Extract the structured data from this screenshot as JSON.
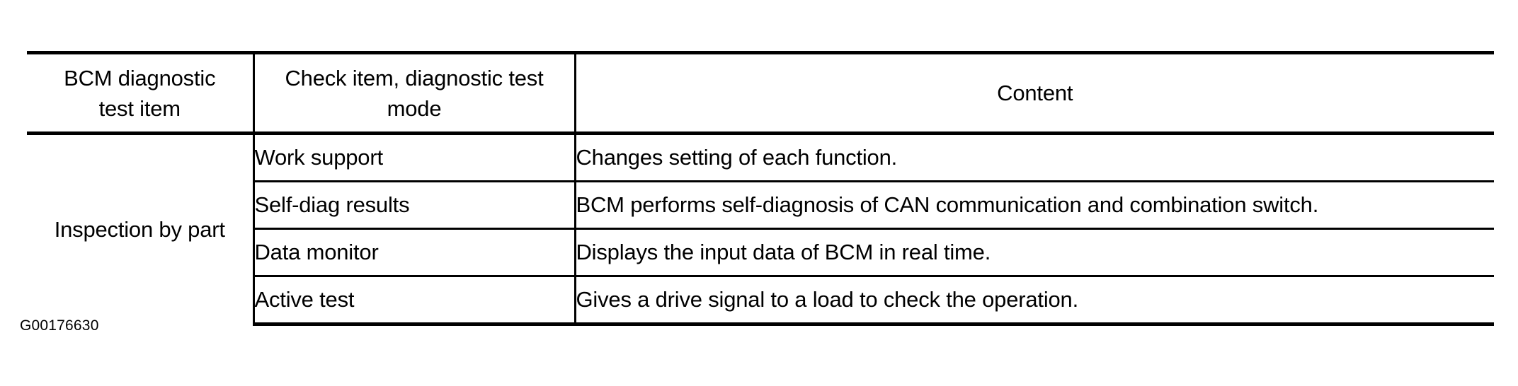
{
  "table": {
    "headers": [
      "BCM diagnostic test item",
      "Check item, diagnostic test mode",
      "Content"
    ],
    "header_lines": {
      "col1_line1": "BCM diagnostic",
      "col1_line2": "test item",
      "col2_line1": "Check item, diagnostic test",
      "col2_line2": "mode",
      "col3": "Content"
    },
    "group_label": "Inspection by part",
    "rows": [
      {
        "test_mode": "Work support",
        "content": "Changes setting of each function."
      },
      {
        "test_mode": "Self-diag results",
        "content": "BCM performs self-diagnosis of CAN communication and combination switch."
      },
      {
        "test_mode": "Data monitor",
        "content": "Displays the input data of BCM in real time."
      },
      {
        "test_mode": "Active test",
        "content": "Gives a drive signal to a load to check the operation."
      }
    ]
  },
  "footer": {
    "figure_code": "G00176630"
  },
  "colors": {
    "background": "#ffffff",
    "text": "#000000",
    "rule": "#000000"
  }
}
